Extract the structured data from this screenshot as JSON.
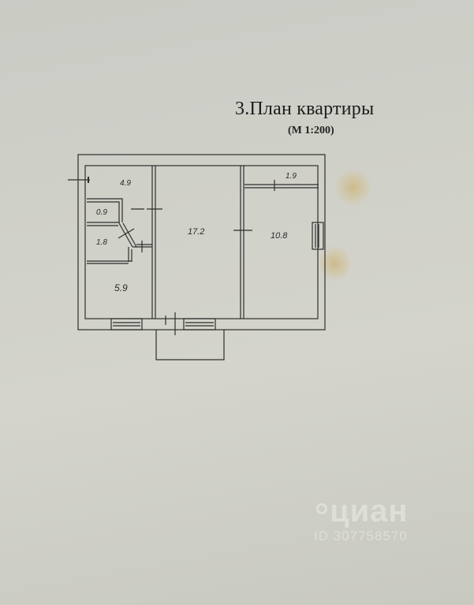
{
  "document": {
    "title": "3.План  квартиры",
    "scale": "(М 1:200)"
  },
  "floor_plan": {
    "rooms": [
      {
        "id": "storage-top-left",
        "area": "4.9"
      },
      {
        "id": "closet",
        "area": "0.9"
      },
      {
        "id": "bathroom",
        "area": "1.8"
      },
      {
        "id": "kitchen",
        "area": "5.9"
      },
      {
        "id": "living-room",
        "area": "17.2"
      },
      {
        "id": "bedroom",
        "area": "10.8"
      },
      {
        "id": "niche-top-right",
        "area": "1.9"
      }
    ]
  },
  "watermark": {
    "brand": "циан",
    "id": "ID 307758570"
  },
  "colors": {
    "paper": "#cfd0c8",
    "ink": "#2a2a2a",
    "stain": "#cdb478"
  }
}
